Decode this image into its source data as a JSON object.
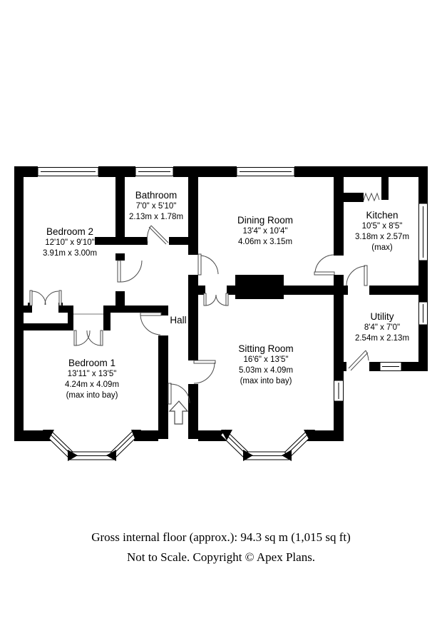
{
  "plan": {
    "rooms": {
      "bathroom": {
        "name": "Bathroom",
        "imperial": "7'0\" x 5'10\"",
        "metric": "2.13m x 1.78m"
      },
      "bedroom2": {
        "name": "Bedroom 2",
        "imperial": "12'10\" x 9'10\"",
        "metric": "3.91m x 3.00m"
      },
      "dining": {
        "name": "Dining Room",
        "imperial": "13'4\" x 10'4\"",
        "metric": "4.06m x 3.15m"
      },
      "kitchen": {
        "name": "Kitchen",
        "imperial": "10'5\" x 8'5\"",
        "metric": "3.18m x 2.57m",
        "note": "(max)"
      },
      "hall": {
        "name": "Hall"
      },
      "utility": {
        "name": "Utility",
        "imperial": "8'4\" x 7'0\"",
        "metric": "2.54m x 2.13m"
      },
      "bedroom1": {
        "name": "Bedroom 1",
        "imperial": "13'11\" x 13'5\"",
        "metric": "4.24m x 4.09m",
        "note": "(max into bay)"
      },
      "sitting": {
        "name": "Sitting Room",
        "imperial": "16'6\" x 13'5\"",
        "metric": "5.03m x 4.09m",
        "note": "(max into bay)"
      }
    },
    "colors": {
      "wall": "#000000",
      "background": "#ffffff",
      "line": "#4a4a4a"
    }
  },
  "footer": {
    "line1": "Gross internal floor (approx.): 94.3 sq m (1,015 sq ft)",
    "line2": "Not to Scale. Copyright © Apex Plans."
  }
}
